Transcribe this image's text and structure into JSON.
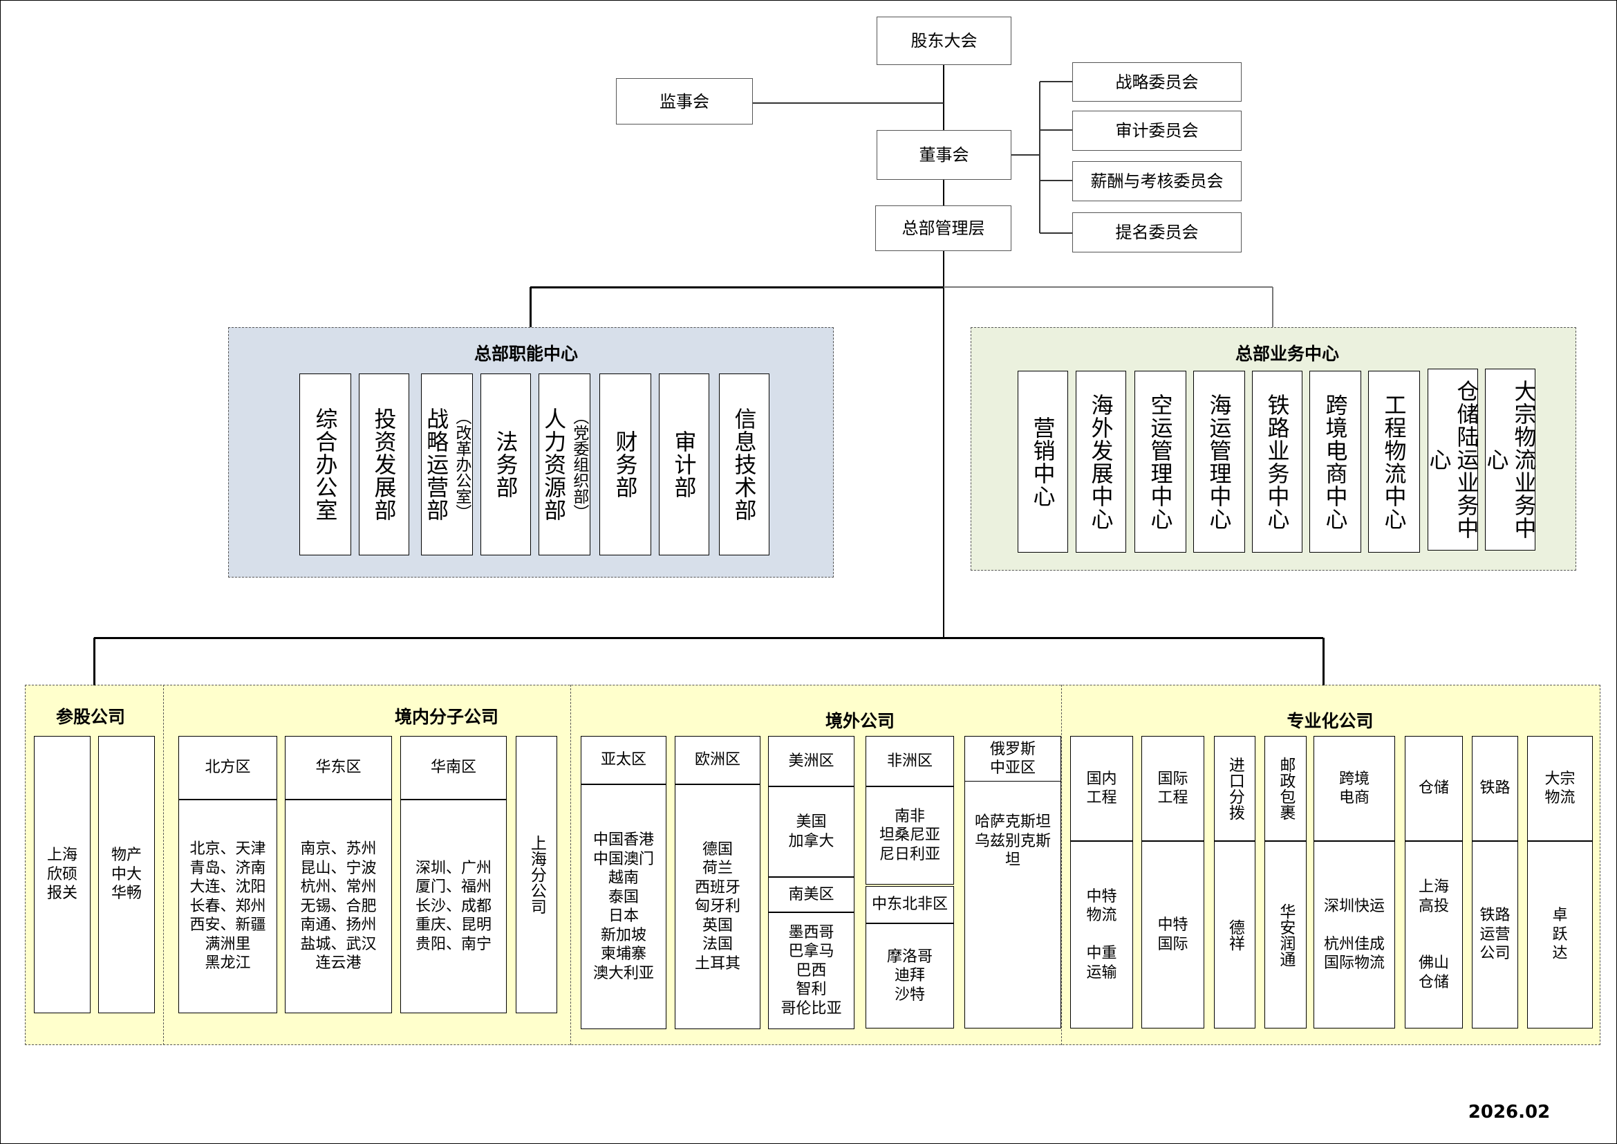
{
  "top": {
    "shareholders": "股东大会",
    "supervisors": "监事会",
    "board": "董事会",
    "management": "总部管理层",
    "committees": [
      "战略委员会",
      "审计委员会",
      "薪酬与考核委员会",
      "提名委员会"
    ]
  },
  "functional": {
    "title": "总部职能中心",
    "items": [
      {
        "name": "综合办公室"
      },
      {
        "name": "投资发展部"
      },
      {
        "name": "战略运营部",
        "note": "（改革办公室）"
      },
      {
        "name": "法务部"
      },
      {
        "name": "人力资源部",
        "note": "（党委组织部）"
      },
      {
        "name": "财务部"
      },
      {
        "name": "审计部"
      },
      {
        "name": "信息技术部"
      }
    ]
  },
  "business": {
    "title": "总部业务中心",
    "items": [
      "营销中心",
      "海外发展中心",
      "空运管理中心",
      "海运管理中心",
      "铁路业务中心",
      "跨境电商中心",
      "工程物流中心",
      "仓储陆运业务中心",
      "大宗物流业务中心"
    ]
  },
  "equity": {
    "title": "参股公司",
    "items": [
      "上海\n欣硕\n报关",
      "物产\n中大\n华畅"
    ]
  },
  "domestic": {
    "title": "境内分子公司",
    "regions": [
      {
        "name": "北方区",
        "cities": "北京、天津\n青岛、济南\n大连、沈阳\n长春、郑州\n西安、新疆\n满洲里\n黑龙江"
      },
      {
        "name": "华东区",
        "cities": "南京、苏州\n昆山、宁波\n杭州、常州\n无锡、合肥\n南通、扬州\n盐城、武汉\n连云港"
      },
      {
        "name": "华南区",
        "cities": "深圳、广州\n厦门、福州\n长沙、成都\n重庆、昆明\n贵阳、南宁"
      }
    ],
    "branch": "上海分公司"
  },
  "overseas": {
    "title": "境外公司",
    "asia": {
      "name": "亚太区",
      "countries": "中国香港\n中国澳门\n越南\n泰国\n日本\n新加坡\n柬埔寨\n澳大利亚"
    },
    "europe": {
      "name": "欧洲区",
      "countries": "德国\n荷兰\n西班牙\n匈牙利\n英国\n法国\n土耳其"
    },
    "americas": {
      "name": "美洲区",
      "countries": "美国\n加拿大"
    },
    "south_america": {
      "name": "南美区",
      "countries": "墨西哥\n巴拿马\n巴西\n智利\n哥伦比亚"
    },
    "africa": {
      "name": "非洲区",
      "countries": "南非\n坦桑尼亚\n尼日利亚"
    },
    "mena": {
      "name": "中东北非区",
      "countries": "摩洛哥\n迪拜\n沙特"
    },
    "russia": {
      "name": "俄罗斯\n中亚区",
      "countries": "哈萨克斯坦\n乌兹别克斯\n坦"
    }
  },
  "specialized": {
    "title": "专业化公司",
    "units": [
      {
        "name": "国内\n工程",
        "companies": "中特\n物流\n\n中重\n运输"
      },
      {
        "name": "国际\n工程",
        "companies": "中特\n国际"
      },
      {
        "name": "进口分拨",
        "companies": "德祥"
      },
      {
        "name": "邮政包裹",
        "companies": "华安润通"
      },
      {
        "name": "跨境\n电商",
        "companies": "深圳快运\n\n杭州佳成\n国际物流"
      },
      {
        "name": "仓储",
        "companies": "上海\n高投\n\n\n佛山\n仓储"
      },
      {
        "name": "铁路",
        "companies": "铁路\n运营\n公司"
      },
      {
        "name": "大宗\n物流",
        "companies": "卓\n跃\n达"
      }
    ]
  },
  "date": "2026.02",
  "colors": {
    "functional_bg": "#d7dfea",
    "business_bg": "#ebf1de",
    "subsidiary_bg": "#ffffcc"
  }
}
